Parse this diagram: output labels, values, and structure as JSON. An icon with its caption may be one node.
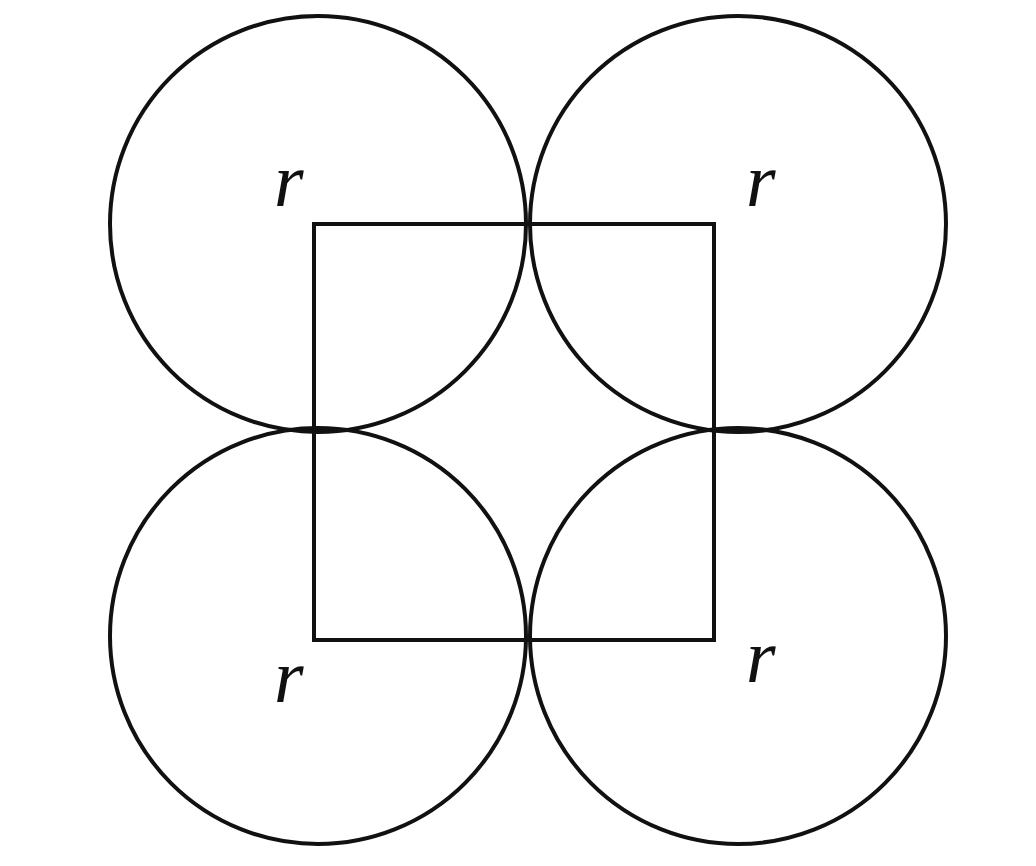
{
  "diagram": {
    "nodes": [
      {
        "text": [
          "r"
        ]
      },
      {
        "text": [
          "r"
        ]
      },
      {
        "text": [
          "r"
        ]
      },
      {
        "text": [
          "r"
        ]
      },
      {
        "text": [],
        "shape": "box"
      }
    ]
  }
}
